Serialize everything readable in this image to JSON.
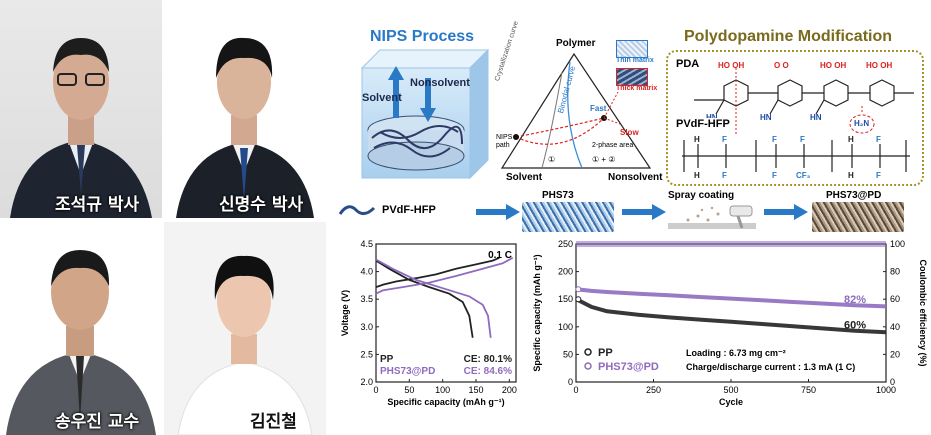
{
  "photos": [
    {
      "caption": "조석규 박사"
    },
    {
      "caption": "신명수 박사"
    },
    {
      "caption": "송우진 교수"
    },
    {
      "caption": "김진철"
    }
  ],
  "nips": {
    "title": "NIPS Process",
    "solvent": "Solvent",
    "nonsolvent": "Nonsolvent",
    "diagram": {
      "polymer": "Polymer",
      "solvent": "Solvent",
      "nonsolvent": "Nonsolvent",
      "crystallization_curve": "Crystallization curve",
      "binodal_curve": "Binodal curve",
      "nips_path": "NIPS path",
      "fast": "Fast",
      "slow": "Slow",
      "two_phase": "2-phase area",
      "region1": "①",
      "region12": "① + ②",
      "thin_matrix": "Thin matrix",
      "thick_matrix": "Thick matrix"
    }
  },
  "pd": {
    "title": "Polydopamine Modification",
    "pda": "PDA",
    "pvdf": "PVdF-HFP"
  },
  "flow": {
    "pvdf": "PVdF-HFP",
    "phs73": "PHS73",
    "spray": "Spray coating",
    "phs73pd": "PHS73@PD"
  },
  "colors": {
    "pp": "#222222",
    "phs": "#8e6bbf",
    "blue": "#1f78c8",
    "olive": "#7a6a1c"
  },
  "chart_left": {
    "type": "line",
    "xlabel": "Specific capacity (mAh g⁻¹)",
    "ylabel": "Voltage (V)",
    "xlim": [
      0,
      210
    ],
    "ylim": [
      2.0,
      4.5
    ],
    "xticks": [
      0,
      50,
      100,
      150,
      200
    ],
    "yticks": [
      2.0,
      2.5,
      3.0,
      3.5,
      4.0,
      4.5
    ],
    "rate": "0.1 C",
    "series": [
      {
        "name": "PP",
        "ce": "CE: 80.1%",
        "charge": [
          [
            0,
            3.72
          ],
          [
            10,
            3.76
          ],
          [
            30,
            3.82
          ],
          [
            60,
            3.88
          ],
          [
            90,
            3.95
          ],
          [
            120,
            4.05
          ],
          [
            150,
            4.13
          ],
          [
            175,
            4.2
          ],
          [
            185,
            4.25
          ]
        ],
        "discharge": [
          [
            0,
            4.2
          ],
          [
            20,
            4.05
          ],
          [
            50,
            3.85
          ],
          [
            80,
            3.72
          ],
          [
            110,
            3.6
          ],
          [
            130,
            3.45
          ],
          [
            140,
            3.2
          ],
          [
            145,
            2.8
          ]
        ]
      },
      {
        "name": "PHS73@PD",
        "ce": "CE: 84.6%",
        "charge": [
          [
            0,
            3.6
          ],
          [
            10,
            3.66
          ],
          [
            40,
            3.72
          ],
          [
            80,
            3.8
          ],
          [
            120,
            3.92
          ],
          [
            160,
            4.05
          ],
          [
            190,
            4.15
          ],
          [
            205,
            4.25
          ]
        ],
        "discharge": [
          [
            0,
            4.22
          ],
          [
            25,
            4.05
          ],
          [
            60,
            3.85
          ],
          [
            100,
            3.7
          ],
          [
            140,
            3.55
          ],
          [
            160,
            3.4
          ],
          [
            168,
            3.2
          ],
          [
            172,
            2.8
          ]
        ]
      }
    ]
  },
  "chart_right": {
    "type": "scatter",
    "xlabel": "Cycle",
    "ylabel": "Specific capacity (mAh g⁻¹)",
    "y2label": "Coulombic efficiency (%)",
    "xlim": [
      0,
      1000
    ],
    "ylim": [
      0,
      250
    ],
    "y2lim": [
      0,
      100
    ],
    "xticks": [
      0,
      250,
      500,
      750,
      1000
    ],
    "yticks": [
      0,
      50,
      100,
      150,
      200,
      250
    ],
    "y2ticks": [
      0,
      20,
      40,
      60,
      80,
      100
    ],
    "pp_retention": "60%",
    "phs_retention": "82%",
    "loading": "Loading : 6.73 mg cm⁻²",
    "current": "Charge/discharge current : 1.3 mA (1 C)",
    "series": [
      {
        "name": "PP",
        "capacity": [
          [
            1,
            150
          ],
          [
            50,
            136
          ],
          [
            100,
            128
          ],
          [
            200,
            122
          ],
          [
            300,
            117
          ],
          [
            400,
            113
          ],
          [
            500,
            109
          ],
          [
            600,
            105
          ],
          [
            700,
            101
          ],
          [
            800,
            97
          ],
          [
            900,
            93
          ],
          [
            1000,
            90
          ]
        ]
      },
      {
        "name": "PHS73@PD",
        "capacity": [
          [
            1,
            168
          ],
          [
            50,
            165
          ],
          [
            100,
            163
          ],
          [
            200,
            160
          ],
          [
            300,
            157
          ],
          [
            400,
            154
          ],
          [
            500,
            151
          ],
          [
            600,
            148
          ],
          [
            700,
            145
          ],
          [
            800,
            142
          ],
          [
            900,
            139
          ],
          [
            1000,
            137
          ]
        ]
      }
    ],
    "ce": 100
  }
}
